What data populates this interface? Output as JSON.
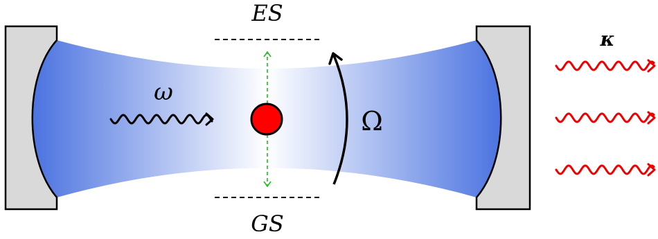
{
  "labels": {
    "excited_state": "ES",
    "ground_state": "GS",
    "drive_frequency": "ω",
    "rabi_frequency": "Ω",
    "decay_rate": "κ"
  },
  "colors": {
    "mirror_fill": "#d9d9d9",
    "cavity_mode": "#4a72e0",
    "atom": "#ff0000",
    "transition": "#22bb22",
    "output_photons": "#ee0000",
    "input_photon": "#000000"
  }
}
